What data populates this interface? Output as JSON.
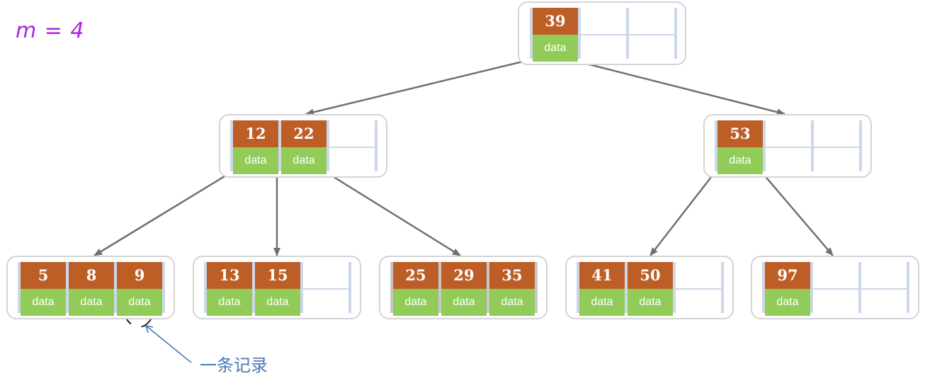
{
  "order_label": "m = 4",
  "annotation": "一条记录",
  "colors": {
    "key_fill": "#bd5e26",
    "data_fill": "#92cc58",
    "arrow": "#707070",
    "label": "#b024e0",
    "annotation": "#4a78b8"
  },
  "record_label": "data",
  "tree": {
    "root": {
      "keys": [
        "39"
      ]
    },
    "level1": [
      {
        "keys": [
          "12",
          "22"
        ]
      },
      {
        "keys": [
          "53"
        ]
      }
    ],
    "leaves": [
      {
        "keys": [
          "5",
          "8",
          "9"
        ]
      },
      {
        "keys": [
          "13",
          "15"
        ]
      },
      {
        "keys": [
          "25",
          "29",
          "35"
        ]
      },
      {
        "keys": [
          "41",
          "50"
        ]
      },
      {
        "keys": [
          "97"
        ]
      }
    ]
  }
}
